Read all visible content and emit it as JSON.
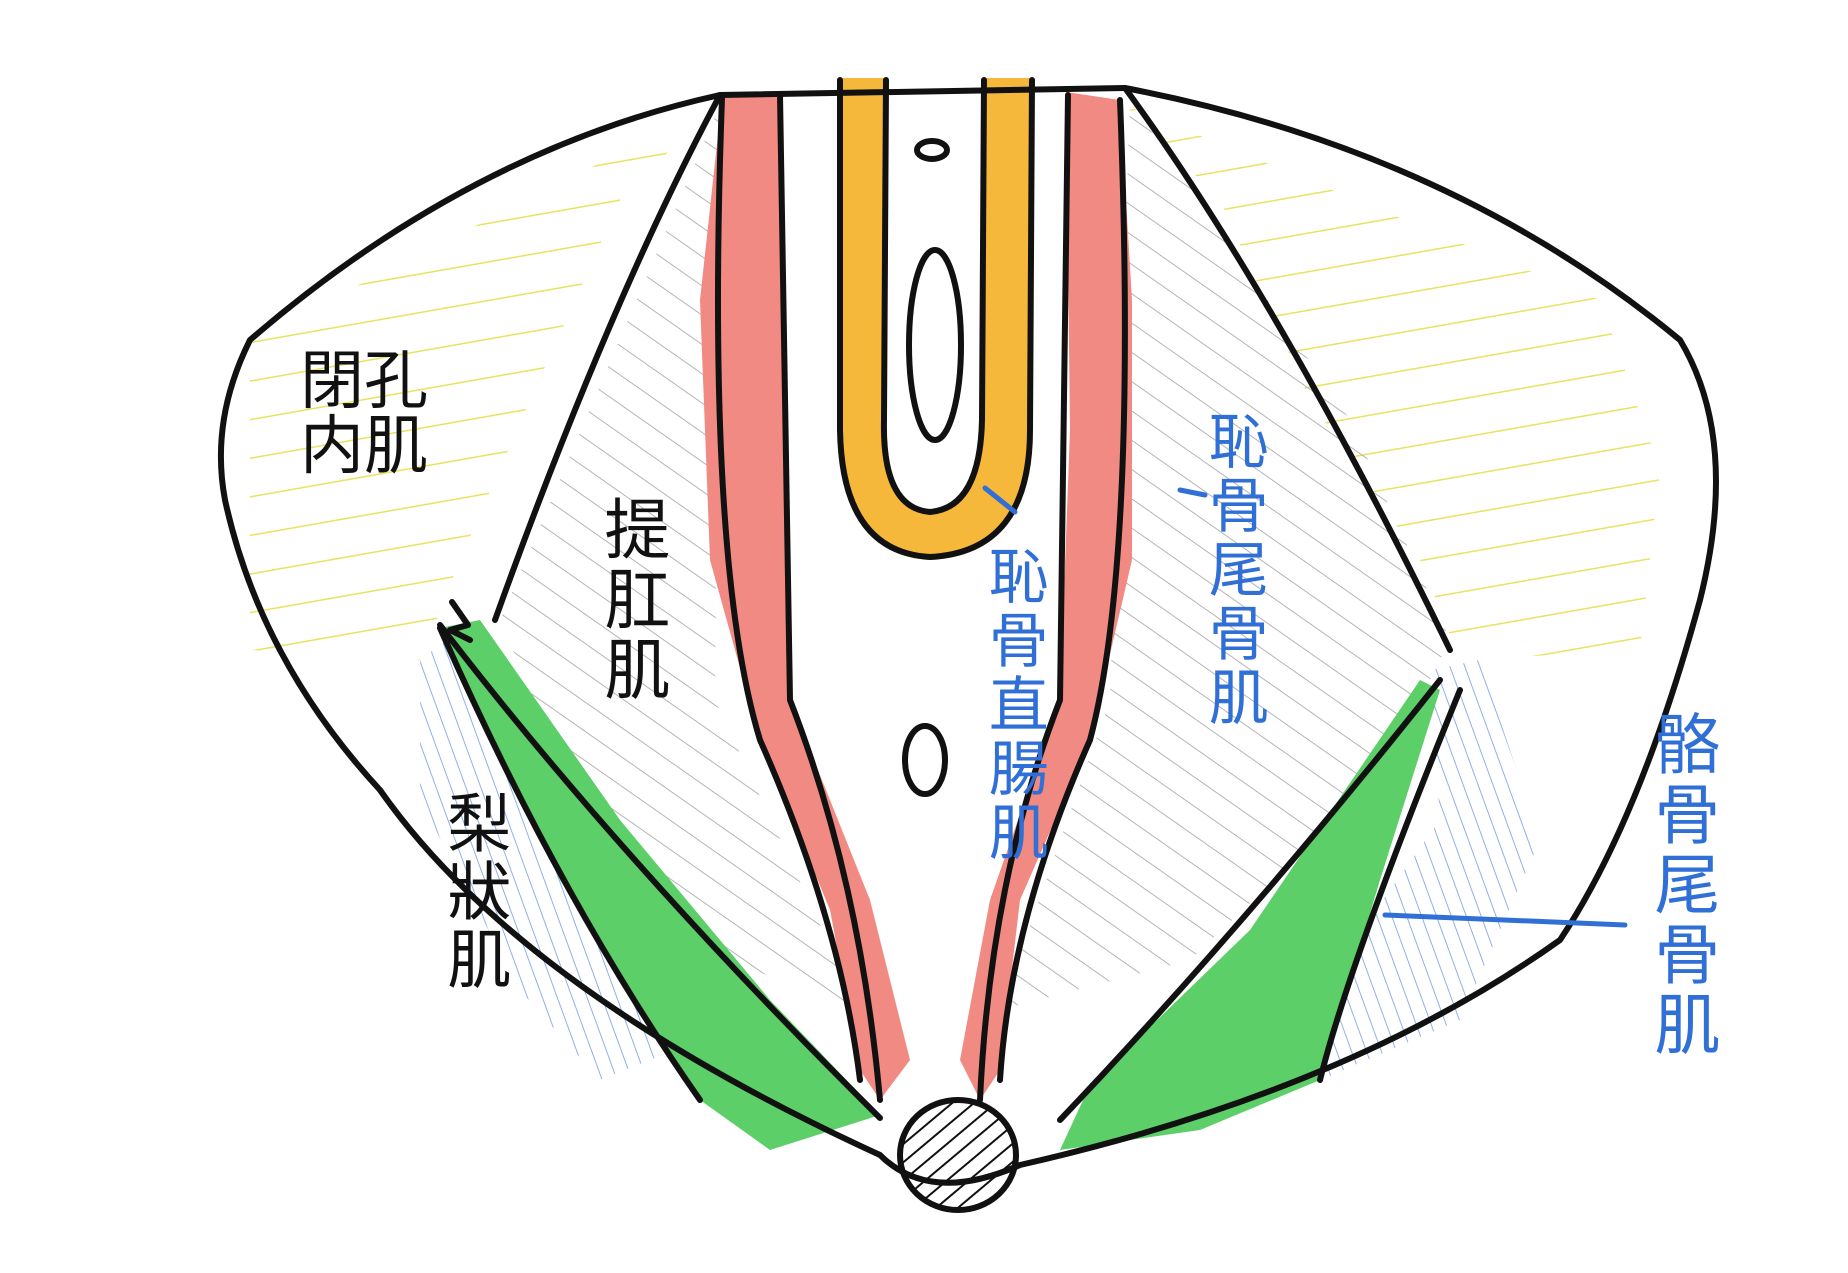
{
  "colors": {
    "outline": "#111111",
    "label_blue": "#2f6fd6",
    "obturator_hatch": "#e8e055",
    "levator_hatch": "#b5b5b5",
    "piriformis_hatch": "#8fb0e8",
    "puborectalis": "#f08a82",
    "pubococcygeus_urethra": "#f5b83a",
    "iliococcygeus": "#5ccf68"
  },
  "labels": {
    "obturator_internus_line1": "閉孔",
    "obturator_internus_line2": "内肌",
    "levator_ani": "提肛肌",
    "piriformis": "梨狀肌",
    "puborectalis": "恥骨直腸肌",
    "pubococcygeus": "恥骨尾骨肌",
    "iliococcygeus": "骼骨尾骨肌"
  }
}
